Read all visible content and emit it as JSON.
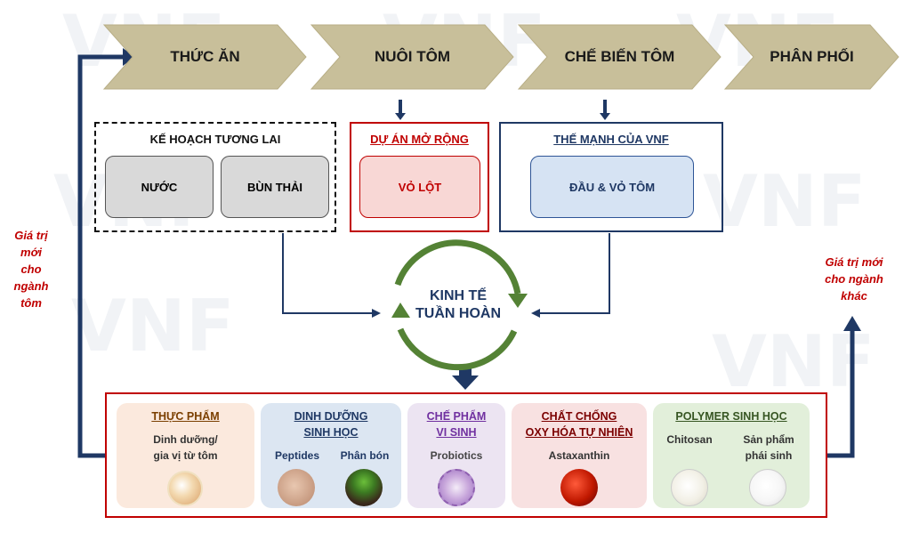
{
  "chain": {
    "step1": "THỨC ĂN",
    "step2": "NUÔI TÔM",
    "step3": "CHẾ BIẾN TÔM",
    "step4": "PHÂN PHỐI"
  },
  "future_plan": {
    "title": "KẾ HOẠCH TƯƠNG LAI",
    "item1": "NƯỚC",
    "item2": "BÙN THẢI"
  },
  "expansion": {
    "title": "DỰ ÁN MỞ RỘNG",
    "item": "VỎ LỘT"
  },
  "strength": {
    "title": "THẾ MẠNH CỦA VNF",
    "item": "ĐẦU & VỎ TÔM"
  },
  "center": {
    "line1": "KINH TẾ",
    "line2": "TUẦN HOÀN"
  },
  "left_note": {
    "l1": "Giá trị",
    "l2": "mới",
    "l3": "cho",
    "l4": "ngành",
    "l5": "tôm"
  },
  "right_note": {
    "l1": "Giá trị mới",
    "l2": "cho ngành",
    "l3": "khác"
  },
  "categories": {
    "food": {
      "title": "THỰC PHẨM",
      "sub1": "Dinh dưỡng/",
      "sub2": "gia vị từ tôm"
    },
    "nutrition": {
      "title1": "DINH DƯỠNG",
      "title2": "SINH HỌC",
      "sub1": "Peptides",
      "sub2": "Phân bón"
    },
    "micro": {
      "title1": "CHẾ PHẨM",
      "title2": "VI SINH",
      "sub1": "Probiotics"
    },
    "antiox": {
      "title1": "CHẤT CHỐNG",
      "title2": "OXY HÓA TỰ NHIÊN",
      "sub1": "Astaxanthin"
    },
    "polymer": {
      "title": "POLYMER SINH HỌC",
      "sub1": "Chitosan",
      "sub2a": "Sản phẩm",
      "sub2b": "phái sinh"
    }
  },
  "colors": {
    "chevron": "#c8bf9a",
    "navy": "#1f3864",
    "red": "#c00000",
    "green": "#548235",
    "brown": "#7b3f00"
  }
}
